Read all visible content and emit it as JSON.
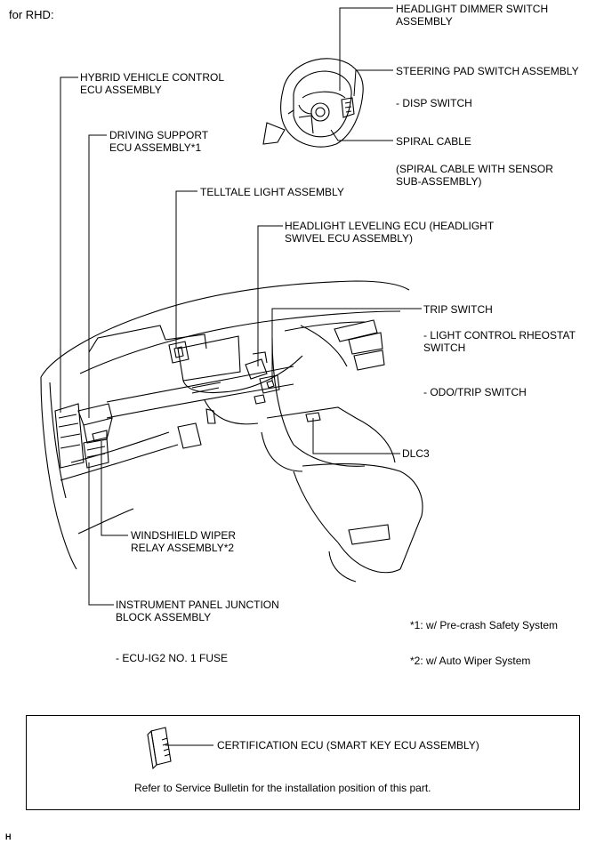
{
  "header": {
    "variant": "for RHD:"
  },
  "labels": {
    "headlight_dimmer": "HEADLIGHT DIMMER SWITCH\nASSEMBLY",
    "steering_pad": "STEERING PAD SWITCH ASSEMBLY",
    "disp_switch": "- DISP SWITCH",
    "spiral_cable": "SPIRAL CABLE",
    "spiral_cable_sensor": "(SPIRAL CABLE WITH SENSOR\nSUB-ASSEMBLY)",
    "hybrid_ecu": "HYBRID VEHICLE CONTROL\nECU ASSEMBLY",
    "driving_support_ecu": "DRIVING SUPPORT\nECU ASSEMBLY*1",
    "telltale": "TELLTALE LIGHT ASSEMBLY",
    "headlight_leveling": "HEADLIGHT LEVELING ECU (HEADLIGHT\nSWIVEL ECU ASSEMBLY)",
    "trip_switch": "TRIP SWITCH",
    "light_control_rheostat": "- LIGHT CONTROL RHEOSTAT\nSWITCH",
    "odo_trip": "- ODO/TRIP SWITCH",
    "dlc3": "DLC3",
    "wiper_relay": "WINDSHIELD WIPER\nRELAY ASSEMBLY*2",
    "ipjb": "INSTRUMENT PANEL JUNCTION\nBLOCK ASSEMBLY",
    "ecu_ig2": "- ECU-IG2 NO. 1 FUSE"
  },
  "notes": {
    "note1": "*1: w/ Pre-crash Safety System",
    "note2": "*2: w/ Auto Wiper System"
  },
  "box": {
    "certification_ecu": "CERTIFICATION ECU (SMART KEY ECU ASSEMBLY)",
    "note": "Refer to Service Bulletin for the installation position of this part."
  },
  "footer": {
    "code": "H"
  }
}
